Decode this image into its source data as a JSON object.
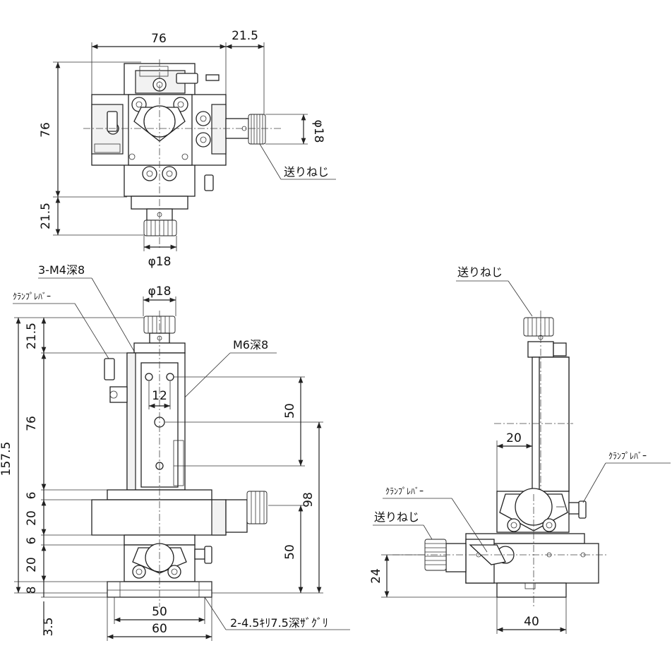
{
  "top_view": {
    "width_dim": "76",
    "knob_offset_dim": "21.5",
    "height_dim": "76",
    "knob_offset_dim_v": "21.5",
    "knob_dia_right": "φ18",
    "knob_dia_bottom": "φ18",
    "feed_screw_label": "送りねじ"
  },
  "front_view": {
    "tap_label": "3-M4深8",
    "knob_dia": "φ18",
    "clamp_label": "ｸﾗﾝﾌﾟﾚﾊﾞｰ",
    "m6_label": "M6深8",
    "pitch_12": "12",
    "pitch_50_top": "50",
    "total_height": "157.5",
    "h_21_5": "21.5",
    "h_76": "76",
    "h_6_a": "6",
    "h_20_a": "20",
    "h_6_b": "6",
    "h_20_b": "20",
    "h_8": "8",
    "h_3_5": "3.5",
    "h_98": "98",
    "h_50_right": "50",
    "base_50": "50",
    "base_60": "60",
    "counterbore_label": "2-4.5ｷﾘ7.5深ｻﾞｸﾞﾘ"
  },
  "side_view": {
    "feed_screw_top": "送りねじ",
    "dim_20": "20",
    "clamp_right": "ｸﾗﾝﾌﾟﾚﾊﾞｰ",
    "clamp_left": "ｸﾗﾝﾌﾟﾚﾊﾞｰ",
    "feed_screw_left": "送りねじ",
    "dim_24": "24",
    "dim_40": "40"
  }
}
